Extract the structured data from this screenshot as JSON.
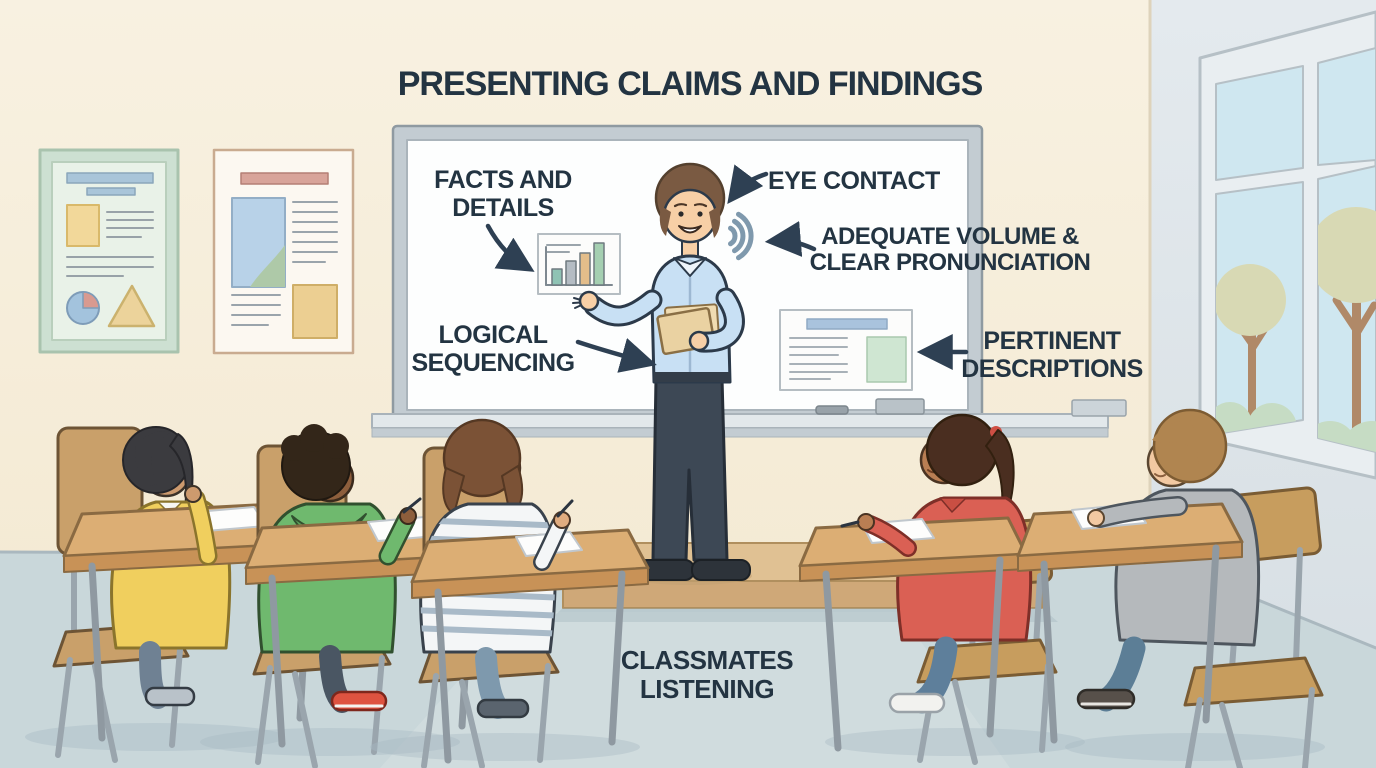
{
  "title": "PRESENTING CLAIMS AND FINDINGS",
  "callouts": {
    "facts": "FACTS AND\nDETAILS",
    "eye_contact": "EYE CONTACT",
    "volume": "ADEQUATE VOLUME &\nCLEAR PRONUNCIATION",
    "sequencing": "LOGICAL\nSEQUENCING",
    "descriptions": "PERTINENT\nDESCRIPTIONS",
    "classmates": "CLASSMATES\nLISTENING"
  },
  "palette": {
    "wall": "#f5ecd8",
    "side_wall": "#dfe6ea",
    "floor": "#c9d7da",
    "text_navy": "#233442",
    "arrow": "#2e4053",
    "whiteboard": "#fdfefe",
    "platform": "#e0c193",
    "presenter_shirt": "#c8e0f4",
    "student_yellow": "#f0cf5e",
    "student_green": "#6fb96e",
    "student_red": "#da6054",
    "student_gray": "#b5b9bc"
  }
}
